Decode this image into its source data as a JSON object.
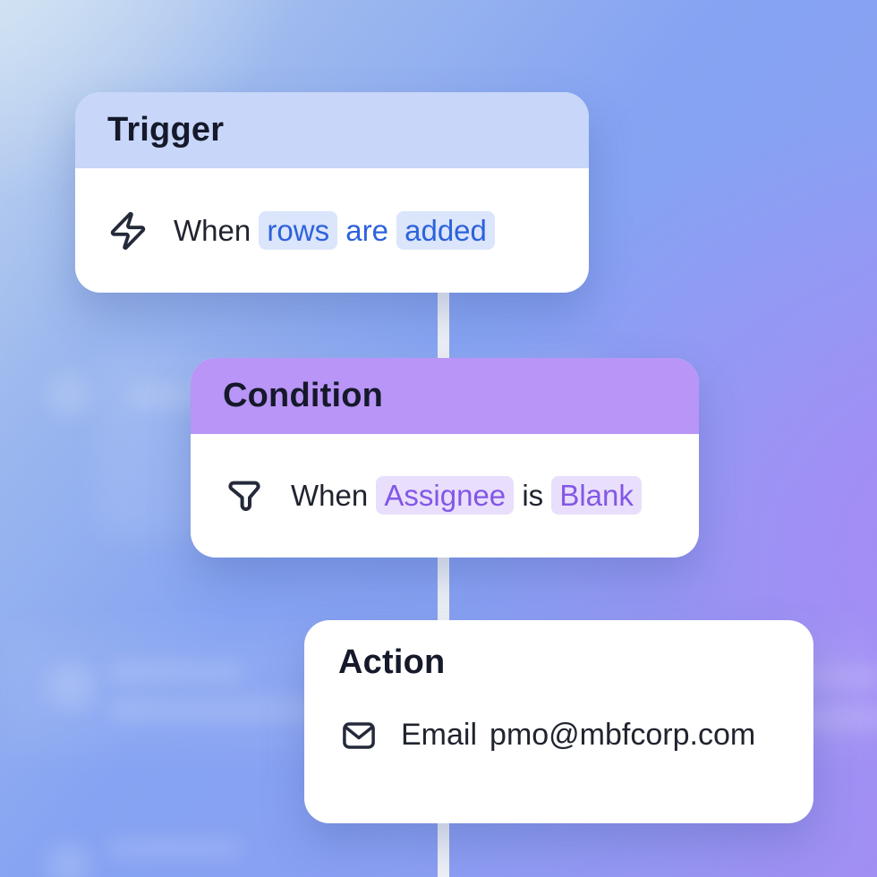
{
  "page": {
    "description": "Workflow automation illustration with trigger, condition and action cards"
  },
  "colors": {
    "card_bg": "#ffffff",
    "connector": "#eef1f5",
    "title_text": "#15192a",
    "body_text": "#20242f",
    "icon_stroke": "#252a3a",
    "trigger_header_bg": "#c7d6f9",
    "trigger_accent": "#2d62dc",
    "trigger_highlight_bg": "#dbe5fb",
    "condition_header_bg": "#b895f6",
    "condition_accent": "#8357e6",
    "condition_highlight_bg": "#e9dffc"
  },
  "trigger": {
    "title": "Trigger",
    "icon": "lightning-bolt-icon",
    "segments": {
      "when": "When",
      "rows": "rows",
      "are": "are",
      "added": "added"
    }
  },
  "condition": {
    "title": "Condition",
    "icon": "funnel-icon",
    "segments": {
      "when": "When",
      "assignee": "Assignee",
      "is": "is",
      "blank": "Blank"
    }
  },
  "action": {
    "title": "Action",
    "icon": "envelope-icon",
    "email_label": "Email",
    "email_address": "pmo@mbfcorp.com"
  }
}
